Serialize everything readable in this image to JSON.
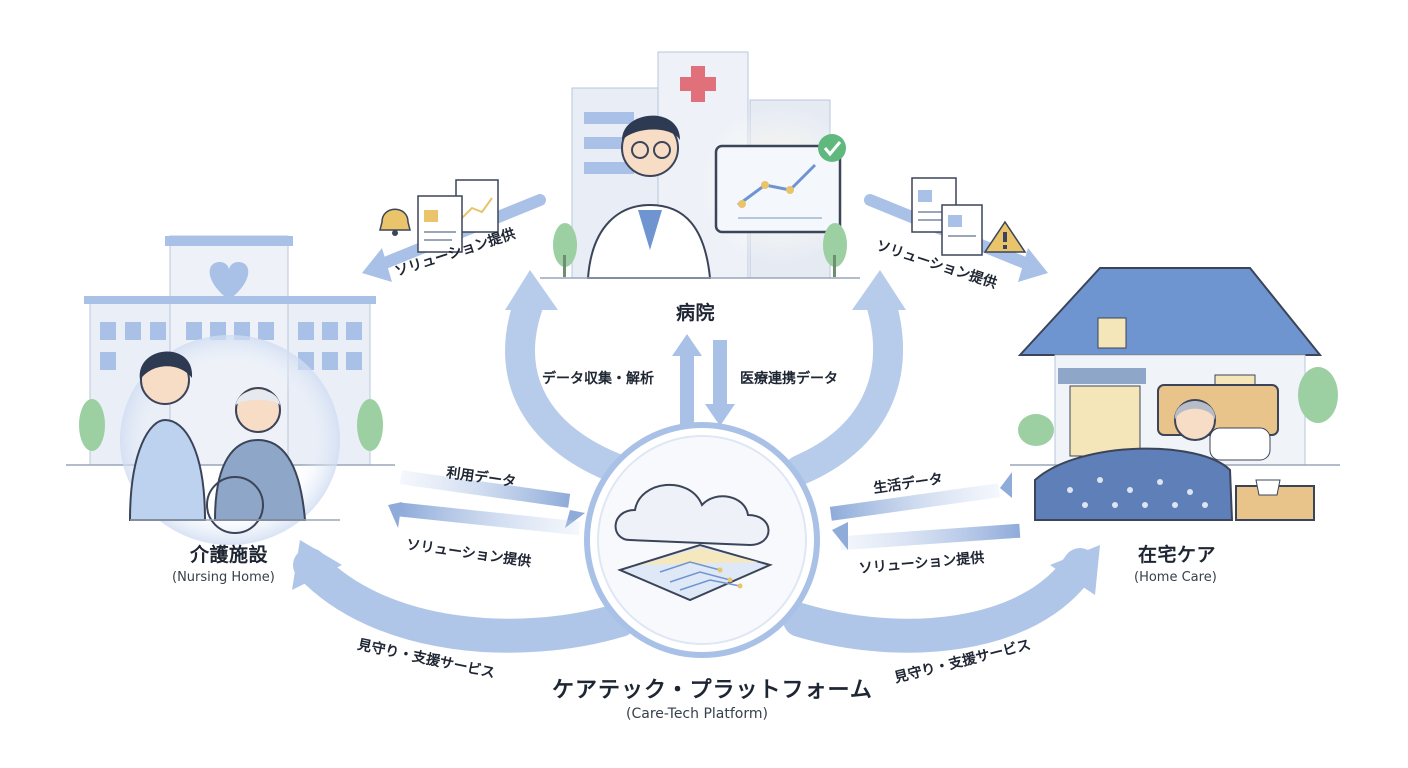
{
  "nodes": {
    "hospital": {
      "title": "病院"
    },
    "nursing_home": {
      "title": "介護施設",
      "subtitle": "(Nursing Home)"
    },
    "home_care": {
      "title": "在宅ケア",
      "subtitle": "(Home Care)"
    },
    "platform": {
      "title": "ケアテック・プラットフォーム",
      "subtitle": "(Care-Tech Platform)"
    }
  },
  "flows": {
    "hospital_to_nursing": "ソリューション提供",
    "hospital_to_home": "ソリューション提供",
    "platform_to_hospital": "データ収集・解析",
    "hospital_to_platform": "医療連携データ",
    "nursing_to_platform": "利用データ",
    "platform_to_nursing": "ソリューション提供",
    "home_to_platform": "生活データ",
    "platform_to_home": "ソリューション提供",
    "monitoring_nursing": "見守り・支援サービス",
    "monitoring_home": "見守り・支援サービス"
  },
  "colors": {
    "arrow": "#9fb8e0",
    "arrow_light": "#d7e2f4",
    "building": "#e8edf6",
    "window": "#a9c1e6",
    "line": "#3b4458",
    "accent_red": "#e0707a",
    "accent_green": "#5fb87e",
    "tree": "#9ccfa2",
    "gold": "#e9c46a"
  },
  "icons": [
    "bell-icon",
    "document-chart-icon",
    "document-icon",
    "warning-icon",
    "check-icon",
    "heart-icon",
    "cross-icon",
    "cloud-icon",
    "circuit-book-icon"
  ]
}
